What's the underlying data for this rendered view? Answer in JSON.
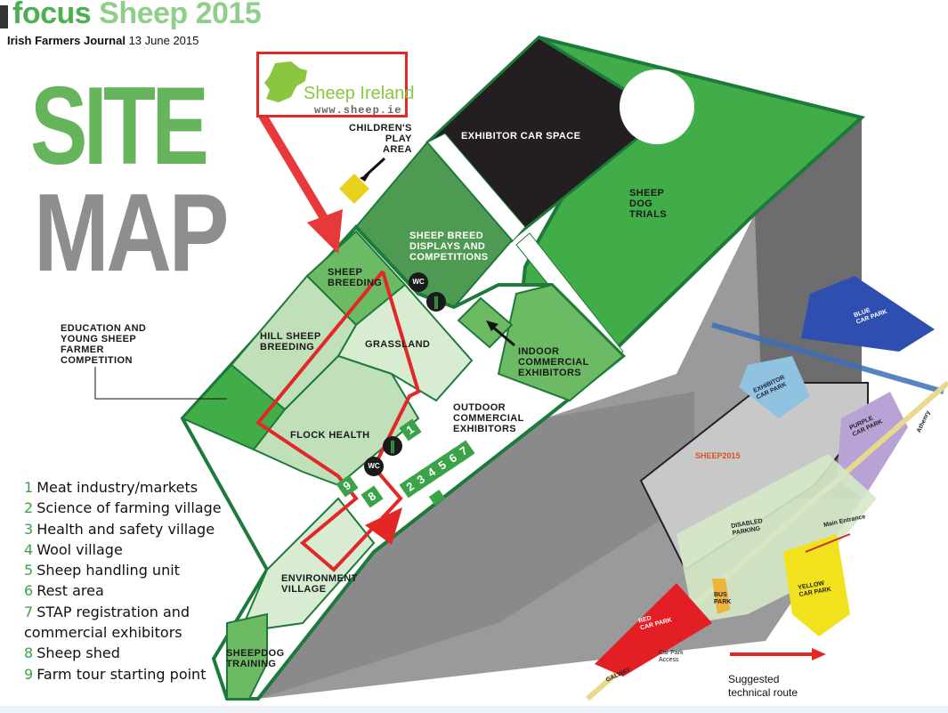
{
  "header": {
    "section_prefix": "focus",
    "section_title": "Sheep 2015",
    "publication": "Irish Farmers Journal",
    "date": "13 June 2015"
  },
  "title": {
    "line1": "SITE",
    "line2": "MAP"
  },
  "logo": {
    "name": "Sheep Ireland",
    "url": "www.sheep.ie",
    "border_color": "#e32626",
    "brand_color": "#8cc63f"
  },
  "zones": {
    "childrens_play_area": "CHILDREN'S\nPLAY\nAREA",
    "exhibitor_car_space": "EXHIBITOR CAR SPACE",
    "sheep_dog_trials": "SHEEP\nDOG\nTRIALS",
    "sheep_breed_displays": "SHEEP BREED\nDISPLAYS AND\nCOMPETITIONS",
    "sheep_breeding": "SHEEP\nBREEDING",
    "hill_sheep_breeding": "HILL SHEEP\nBREEDING",
    "grassland": "GRASSLAND",
    "indoor_commercial_exhibitors": "INDOOR\nCOMMERCIAL\nEXHIBITORS",
    "education_young_farmer": "EDUCATION AND\nYOUNG SHEEP\nFARMER\nCOMPETITION",
    "flock_health": "FLOCK HEALTH",
    "outdoor_commercial_exhibitors": "OUTDOOR\nCOMMERCIAL\nEXHIBITORS",
    "environment_village": "ENVIRONMENT\nVILLAGE",
    "sheepdog_training": "SHEEPDOG\nTRAINING"
  },
  "facilities": {
    "wc_label": "WC",
    "rest_icon": "cutlery-icon",
    "badges": [
      "1",
      "2",
      "3",
      "4",
      "5",
      "6",
      "7",
      "8",
      "9"
    ]
  },
  "legend": {
    "items": [
      {
        "num": "1",
        "label": "Meat industry/markets"
      },
      {
        "num": "2",
        "label": "Science of farming village"
      },
      {
        "num": "3",
        "label": "Health and safety village"
      },
      {
        "num": "4",
        "label": "Wool village"
      },
      {
        "num": "5",
        "label": "Sheep handling unit"
      },
      {
        "num": "6",
        "label": "Rest area"
      },
      {
        "num": "7",
        "label": "STAP registration and"
      },
      {
        "num": "",
        "label": "commercial exhibitors"
      },
      {
        "num": "8",
        "label": "Sheep shed"
      },
      {
        "num": "9",
        "label": "Farm tour starting point"
      }
    ]
  },
  "inset": {
    "blue_car_park": "BLUE\nCAR PARK",
    "exhibitor_car_park": "EXHIBITOR\nCAR PARK",
    "purple_car_park": "PURPLE\nCAR PARK",
    "yellow_car_park": "YELLOW\nCAR PARK",
    "red_car_park": "RED\nCAR PARK",
    "bus_park": "BUS\nPARK",
    "disabled_parking": "DISABLED\nPARKING",
    "main_entrance": "Main Entrance",
    "car_park_access": "Car Park\nAccess",
    "galway": "GALWAY",
    "athenry": "Athenry",
    "sheep_logo": "SHEEP2015"
  },
  "route_key": {
    "label": "Suggested technical route",
    "line1": "Suggested",
    "line2": "technical route",
    "color": "#e32626"
  },
  "colors": {
    "green_dark": "#1e7a3a",
    "green_mid": "#4caf50",
    "green_light": "#7cc576",
    "green_pale": "#bfe0b8",
    "green_paler": "#d8ecd2",
    "route_red": "#e32626",
    "car_space_black": "#231f20",
    "play_area_yellow": "#e8d21d"
  }
}
